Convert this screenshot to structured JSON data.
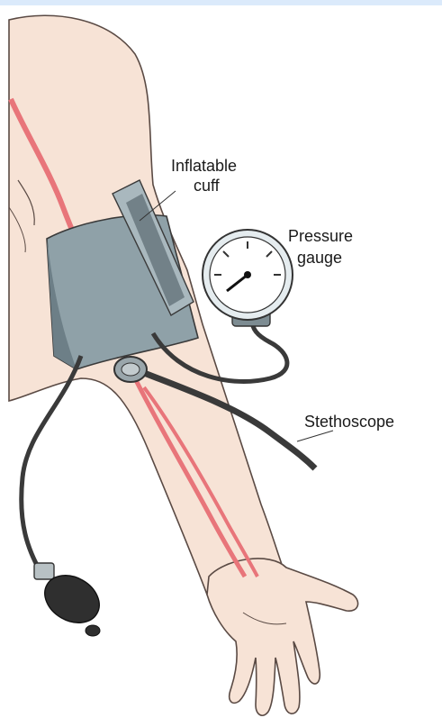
{
  "labels": {
    "cuff_line1": "Inflatable",
    "cuff_line2": "cuff",
    "gauge_line1": "Pressure",
    "gauge_line2": "gauge",
    "stethoscope": "Stethoscope"
  },
  "colors": {
    "skin": "#f7e3d6",
    "skin_shadow": "#edcdbd",
    "outline": "#5a4a44",
    "artery": "#e8757a",
    "cuff": "#8fa1a8",
    "cuff_dark": "#6d7f87",
    "tubing": "#3a3a3a",
    "bulb": "#2f2f2f",
    "top_bar": "#dbeafb"
  }
}
